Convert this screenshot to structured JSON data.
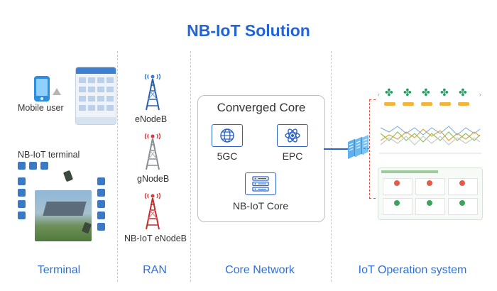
{
  "title": "NB-IoT Solution",
  "sections": {
    "terminal": "Terminal",
    "ran": "RAN",
    "core_network": "Core Network",
    "iot_operation": "IoT Operation system"
  },
  "terminal": {
    "mobile_user": "Mobile user",
    "nbiot_terminal": "NB-IoT terminal"
  },
  "ran": {
    "enodeb": "eNodeB",
    "gnodeb": "gNodeB",
    "nbiot_enodeb": "NB-IoT eNodeB"
  },
  "core": {
    "title": "Converged Core",
    "fivegc": "5GC",
    "epc": "EPC",
    "nbiot_core": "NB-IoT Core"
  },
  "colors": {
    "accent": "#2463d6",
    "section": "#2f6fd6",
    "tower_blue": "#3a7bd5",
    "tower_red": "#d83a3a",
    "dashboard_border": "#e04a3a",
    "fan_green": "#1fa05a"
  }
}
